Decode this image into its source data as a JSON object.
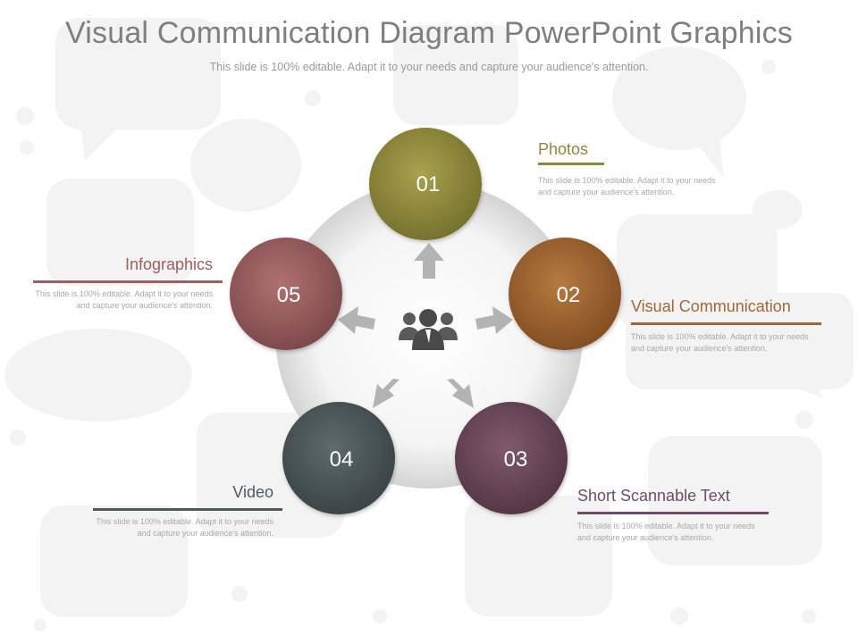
{
  "header": {
    "title": "Visual Communication Diagram PowerPoint Graphics",
    "subtitle": "This slide is 100% editable. Adapt it to your needs and capture your audience's attention."
  },
  "colors": {
    "n01": "#8f8a3d",
    "n02": "#9e6633",
    "n03": "#6c4a60",
    "n04": "#4e595c",
    "n05": "#9a5f60",
    "label01": "#8d8740",
    "label02": "#a0683a",
    "label03": "#6e4d63",
    "label04": "#4f5a5c",
    "label05": "#9c6062"
  },
  "nodes": [
    {
      "number": "01",
      "label": "Photos",
      "desc": "This slide is 100% editable.  Adapt it to your needs and capture your audience's attention."
    },
    {
      "number": "02",
      "label": "Visual Communication",
      "desc": "This slide is 100% editable.  Adapt it to your needs and capture your audience's attention."
    },
    {
      "number": "03",
      "label": "Short Scannable Text",
      "desc": "This slide is 100% editable.  Adapt it to your needs and capture your audience's attention."
    },
    {
      "number": "04",
      "label": "Video",
      "desc": "This slide is 100% editable.  Adapt it to your needs and capture your audience's attention."
    },
    {
      "number": "05",
      "label": "Infographics",
      "desc": "This slide is 100% editable.  Adapt it to your needs and capture your audience's attention."
    }
  ],
  "center_icon": "people-group-icon"
}
